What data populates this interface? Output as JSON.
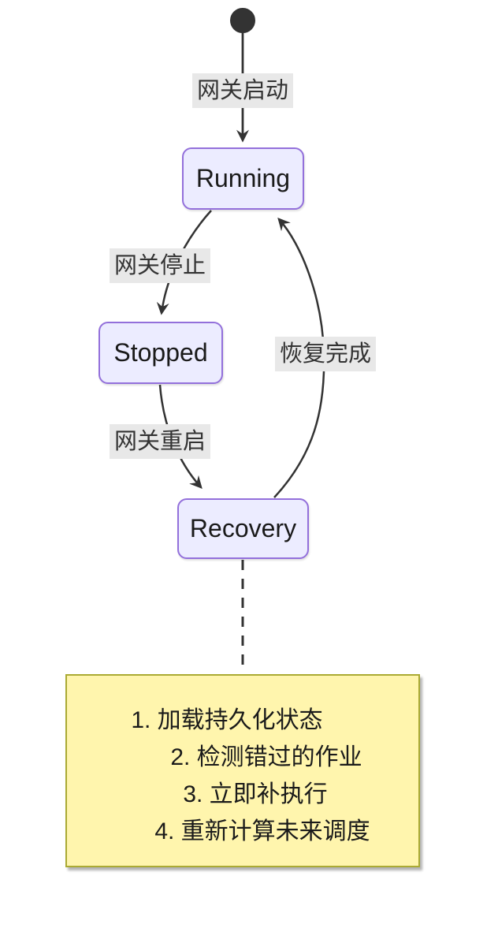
{
  "diagram": {
    "type": "state-diagram",
    "states": [
      {
        "id": "running",
        "label": "Running"
      },
      {
        "id": "stopped",
        "label": "Stopped"
      },
      {
        "id": "recovery",
        "label": "Recovery"
      }
    ],
    "transitions": [
      {
        "from": "[*]",
        "to": "Running",
        "label": "网关启动"
      },
      {
        "from": "Running",
        "to": "Stopped",
        "label": "网关停止"
      },
      {
        "from": "Stopped",
        "to": "Recovery",
        "label": "网关重启"
      },
      {
        "from": "Recovery",
        "to": "Running",
        "label": "恢复完成"
      }
    ],
    "note": {
      "attached_to": "Recovery",
      "lines": [
        "1. 加载持久化状态",
        "2. 检测错过的作业",
        "3. 立即补执行",
        "4. 重新计算未来调度"
      ]
    },
    "colors": {
      "state_fill": "#ECECFF",
      "state_border": "#9370DB",
      "edge_stroke": "#333333",
      "edge_label_bg": "#e8e8e8",
      "text": "#1a1a1a",
      "note_fill": "#fff5ad",
      "note_border": "#aaaa33",
      "background": "#ffffff"
    }
  }
}
